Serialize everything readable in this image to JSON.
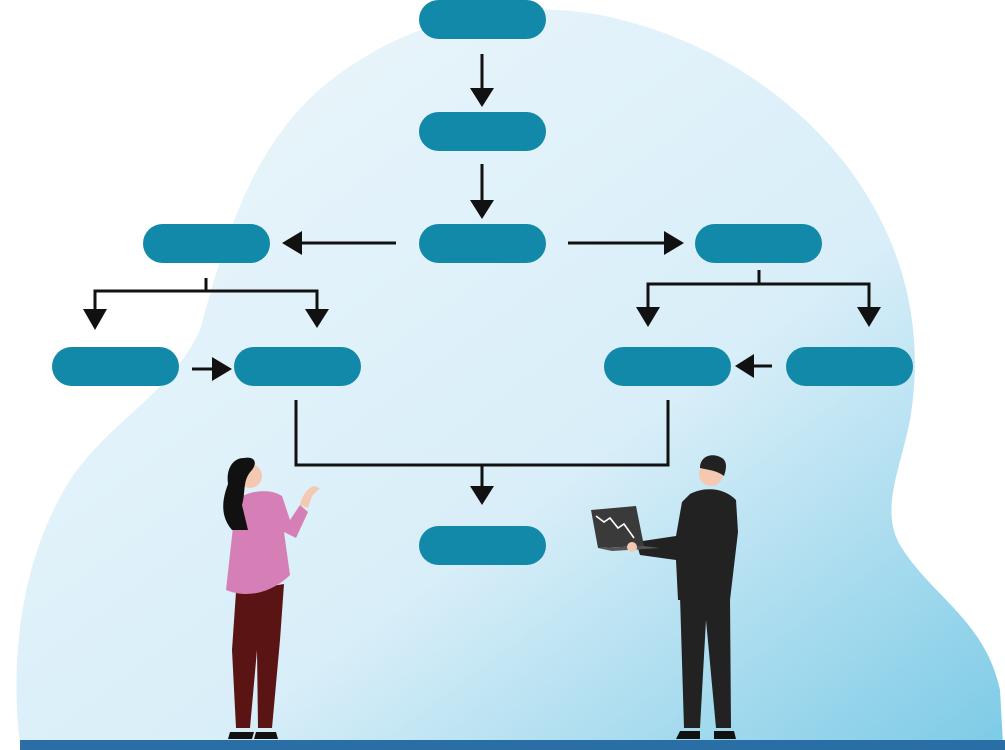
{
  "colors": {
    "background_blob_light": "#eef7fc",
    "background_blob_mid": "#d8eef8",
    "background_blob_dark": "#7dcbe6",
    "node_fill": "#1289a8",
    "connector": "#111111",
    "ground_bar": "#2a6ea6",
    "woman_jacket": "#d67fb6",
    "woman_pants": "#5a1414",
    "woman_hair": "#111111",
    "skin": "#f4c9b2",
    "man_suit": "#222222",
    "laptop": "#3a3a3a"
  },
  "flowchart": {
    "nodes": [
      {
        "id": "top"
      },
      {
        "id": "second"
      },
      {
        "id": "center"
      },
      {
        "id": "left"
      },
      {
        "id": "right"
      },
      {
        "id": "left-outer"
      },
      {
        "id": "left-inner"
      },
      {
        "id": "right-inner"
      },
      {
        "id": "right-outer"
      },
      {
        "id": "bottom"
      }
    ],
    "edges": [
      {
        "from": "top",
        "to": "second"
      },
      {
        "from": "second",
        "to": "center"
      },
      {
        "from": "center",
        "to": "left"
      },
      {
        "from": "center",
        "to": "right"
      },
      {
        "from": "left",
        "to": "left-outer"
      },
      {
        "from": "left",
        "to": "left-inner"
      },
      {
        "from": "left-outer",
        "to": "left-inner"
      },
      {
        "from": "right",
        "to": "right-inner"
      },
      {
        "from": "right",
        "to": "right-outer"
      },
      {
        "from": "right-outer",
        "to": "right-inner"
      },
      {
        "from": "left-inner",
        "to": "bottom"
      },
      {
        "from": "right-inner",
        "to": "bottom"
      }
    ]
  },
  "people": [
    {
      "role": "woman",
      "holding": "nothing"
    },
    {
      "role": "man",
      "holding": "laptop"
    }
  ],
  "icons": {
    "laptop_screen": "declining-line-chart-icon"
  }
}
